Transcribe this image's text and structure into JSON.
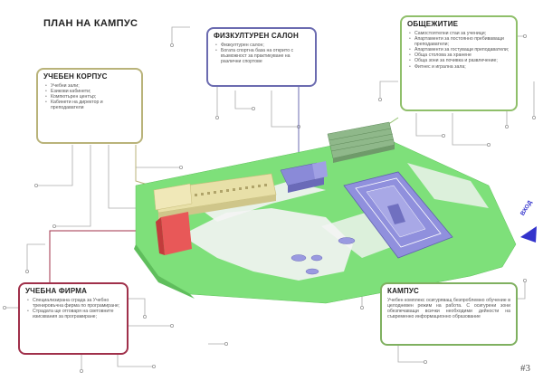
{
  "page": {
    "title": "ПЛАН НА КАМПУС",
    "page_number": "#3"
  },
  "entrance_label": "ВХОД",
  "boxes": {
    "fitness": {
      "title": "ФИЗКУЛТУРЕН САЛОН",
      "items": [
        "Физкултурен салон;",
        "Богата спортна база на открито с възможност за практикуване на различни спортове"
      ]
    },
    "dorm": {
      "title": "ОБЩЕЖИТИЕ",
      "items": [
        "Самостоятелни стаи за ученици;",
        "Апартаменти за постоянно пребиваващи преподаватели;",
        "Апартаменти за гостуващи преподаватели;",
        "Обща столова за хранене",
        "Обща зони за почивка и развлечение;",
        "Фитнес и игрална зала;"
      ]
    },
    "school": {
      "title": "УЧЕБЕН КОРПУС",
      "items": [
        "Учебни зали;",
        "Езикови кабинети;",
        "Компютърен център;",
        "Кабинети на директор и преподаватели"
      ]
    },
    "firm": {
      "title": "УЧЕБНА ФИРМА",
      "items": [
        "Специализирана сграда за Учебно тренировъчна фирма по програмиране;",
        "Страдата ще отговаря на световните изисквания за програмиране;"
      ]
    },
    "campus": {
      "title": "КАМПУС",
      "text": "Учебен комплекс осигуряващ безпроблемно обучение в целодневен режим на работа. С осигурени зони обезпечаващи всички необходими дейности на съвременно информационно образование"
    }
  },
  "colors": {
    "fitness_border": "#6b6bb0",
    "dorm_border": "#8fbf6a",
    "school_border": "#b9b37a",
    "firm_border": "#a0304a",
    "campus_border": "#7fb060",
    "ground": "#7ee07a",
    "school_building": "#e8e0a8",
    "firm_building": "#e85858",
    "gym_building": "#8a8ad8",
    "dorm_building": "#8fb88a",
    "track": "#9090dd",
    "path": "#f4f4f4"
  }
}
